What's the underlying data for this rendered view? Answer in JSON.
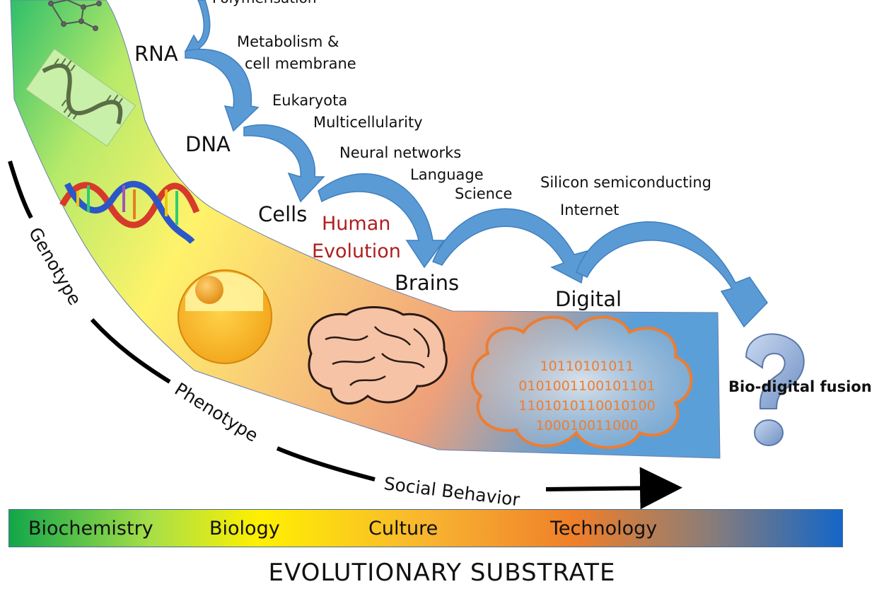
{
  "colors": {
    "bar_gradient": [
      "#14a84a",
      "#a8e05a",
      "#fff000",
      "#f6a623",
      "#ef7f2a",
      "#8a7f7a",
      "#1a6cc4"
    ],
    "arrow": "#5b9bd5",
    "arrow_dark": "#3f7fbf",
    "human_evolution": "#b01e1e",
    "cloud_outline": "#ed7d31",
    "binary_text": "#ed7d31"
  },
  "steps": {
    "top_fragment": "Polymerisation",
    "rna": "RNA",
    "metabolism_line1": "Metabolism &",
    "metabolism_line2": "cell membrane",
    "eukaryota": "Eukaryota",
    "multicellularity": "Multicellularity",
    "dna": "DNA",
    "neural_networks": "Neural networks",
    "language": "Language",
    "science": "Science",
    "cells": "Cells",
    "human_evolution_line1": "Human",
    "human_evolution_line2": "Evolution",
    "silicon": "Silicon semiconducting",
    "internet": "Internet",
    "brains": "Brains",
    "digital": "Digital",
    "fusion": "Bio-digital fusion"
  },
  "binary": [
    "10110101011",
    "0101001100101101",
    "1101010110010100",
    "100010011000"
  ],
  "axis": {
    "genotype": "Genotype",
    "phenotype": "Phenotype",
    "social": "Social Behavior"
  },
  "substrate_bar": {
    "labels": [
      "Biochemistry",
      "Biology",
      "Culture",
      "Technology"
    ]
  },
  "footer": {
    "title": "EVOLUTIONARY SUBSTRATE"
  }
}
